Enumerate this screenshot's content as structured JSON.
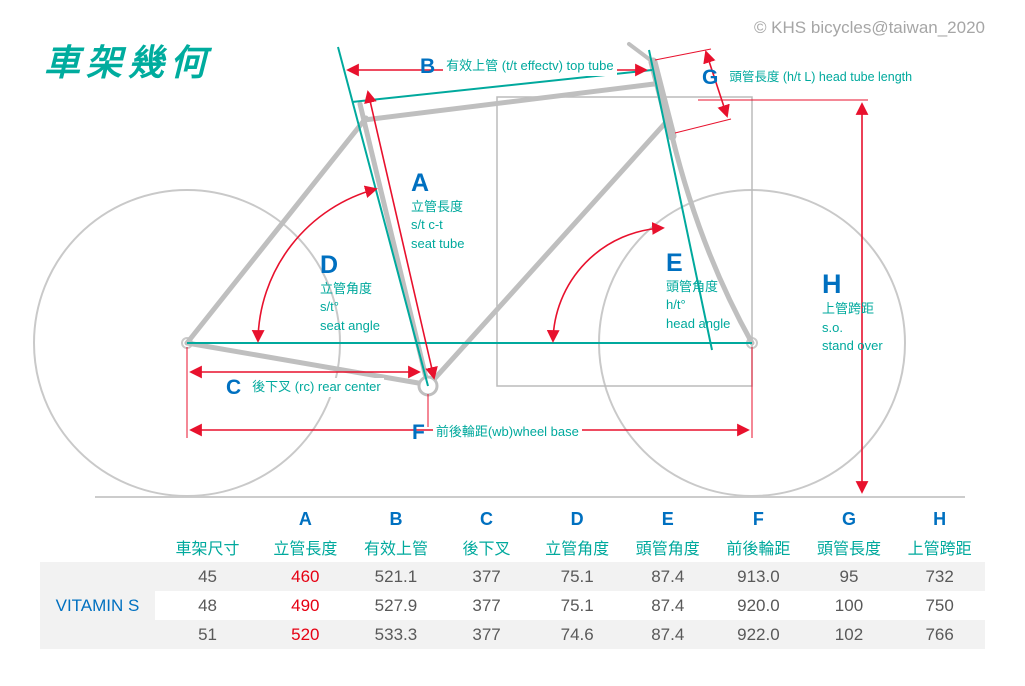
{
  "colors": {
    "accent_teal": "#00A99D",
    "accent_blue": "#0070C0",
    "dimension_red": "#E8112D",
    "value_red": "#E60012",
    "frame_gray": "#BFBFBF",
    "table_row_gray": "#F2F2F2",
    "model_cell_blue": "#D9EDF6",
    "text_gray": "#595959"
  },
  "header": {
    "title": "車架幾何",
    "copyright": "© KHS bicycles@taiwan_2020"
  },
  "diagram": {
    "labels": {
      "A": {
        "letter": "A",
        "lines": [
          "立管長度",
          "s/t c-t",
          "seat tube"
        ]
      },
      "B": {
        "letter": "B",
        "text": "有效上管 (t/t effectv) top tube"
      },
      "C": {
        "letter": "C",
        "text": "後下叉 (rc) rear  center"
      },
      "D": {
        "letter": "D",
        "lines": [
          "立管角度",
          "s/t°",
          "seat angle"
        ]
      },
      "E": {
        "letter": "E",
        "lines": [
          "頭管角度",
          "h/t°",
          "head angle"
        ]
      },
      "F": {
        "letter": "F",
        "text": "前後輪距(wb)wheel base"
      },
      "G": {
        "letter": "G",
        "text": "頭管長度 (h/t L) head tube length"
      },
      "H": {
        "letter": "H",
        "lines": [
          "上管跨距",
          "s.o.",
          "stand over"
        ]
      }
    }
  },
  "table": {
    "model": "VITAMIN S",
    "letters": [
      "A",
      "B",
      "C",
      "D",
      "E",
      "F",
      "G",
      "H"
    ],
    "headers": [
      "車架尺寸",
      "立管長度",
      "有效上管",
      "後下叉",
      "立管角度",
      "頭管角度",
      "前後輪距",
      "頭管長度",
      "上管跨距"
    ],
    "rows": [
      [
        "45",
        "460",
        "521.1",
        "377",
        "75.1",
        "87.4",
        "913.0",
        "95",
        "732"
      ],
      [
        "48",
        "490",
        "527.9",
        "377",
        "75.1",
        "87.4",
        "920.0",
        "100",
        "750"
      ],
      [
        "51",
        "520",
        "533.3",
        "377",
        "74.6",
        "87.4",
        "922.0",
        "102",
        "766"
      ]
    ]
  }
}
